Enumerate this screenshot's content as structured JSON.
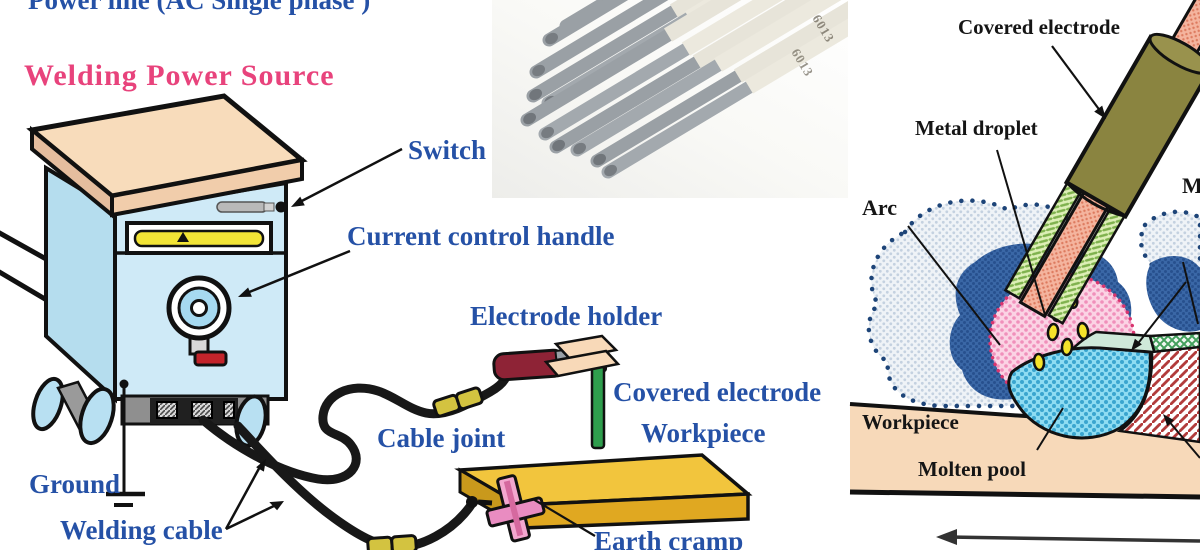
{
  "left_diagram": {
    "power_line": "Power line (AC Single phase )",
    "title": "Welding Power Source",
    "switch": "Switch",
    "current_control_handle": "Current control handle",
    "electrode_holder": "Electrode holder",
    "covered_electrode": "Covered electrode",
    "workpiece": "Workpiece",
    "cable_joint": "Cable joint",
    "ground": "Ground",
    "welding_cable": "Welding cable",
    "earth_cramp": "Earth cramp"
  },
  "photo": {
    "electrode_marking": "6013"
  },
  "right_diagram": {
    "covered_electrode": "Covered electrode",
    "metal_droplet": "Metal droplet",
    "arc": "Arc",
    "workpiece": "Workpiece",
    "molten_pool": "Molten pool",
    "partial_label": "M"
  },
  "colors": {
    "label_blue": "#2551a6",
    "title_pink": "#e8437c",
    "label_black": "#151515",
    "machine_front": "#cfeaf7",
    "machine_side": "#b5ddee",
    "machine_top": "#f8dcbb",
    "indicator_yellow": "#f2e436",
    "dial_blue": "#a6d9f0",
    "handle_red": "#c3242b",
    "holder_red": "#8e2336",
    "electrode_green": "#2f9e4d",
    "workpiece_yellow": "#f2c53d",
    "clamp_pink": "#f3a7cf",
    "cable_joint_yellow": "#d3c340",
    "covering_olive": "#8a8440",
    "core_salmon": "#f4b49e",
    "arc_pink": "#fbd3e4",
    "molten_pool_blue": "#8edcf2",
    "gas_dark_blue": "#3a67a6",
    "gas_light_blue": "#eff3f7",
    "slag_mint": "#cfe9d9",
    "weld_hatch_red": "#b23c3c"
  }
}
